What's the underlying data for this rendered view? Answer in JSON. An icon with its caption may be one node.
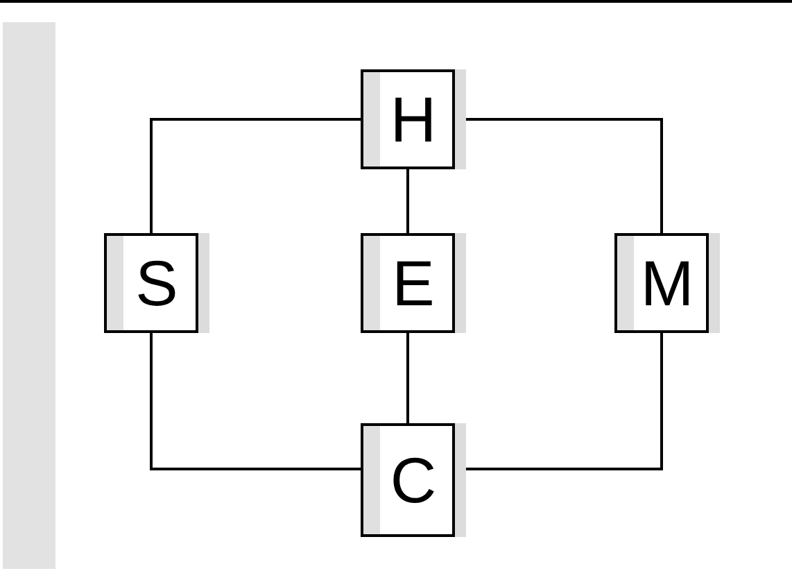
{
  "diagram": {
    "nodes": [
      {
        "text": [
          "H"
        ]
      },
      {
        "text": [
          "S"
        ]
      },
      {
        "text": [
          "E"
        ]
      },
      {
        "text": [
          "M"
        ]
      },
      {
        "text": [
          "C"
        ]
      }
    ],
    "edges": [
      {
        "from": 1,
        "to": 0,
        "arrow": "none"
      },
      {
        "from": 2,
        "to": 0,
        "arrow": "none"
      },
      {
        "from": 0,
        "to": 3,
        "arrow": "none"
      },
      {
        "from": 1,
        "to": 4,
        "arrow": "none"
      },
      {
        "from": 2,
        "to": 4,
        "arrow": "none"
      },
      {
        "from": 3,
        "to": 4,
        "arrow": "none"
      }
    ]
  }
}
